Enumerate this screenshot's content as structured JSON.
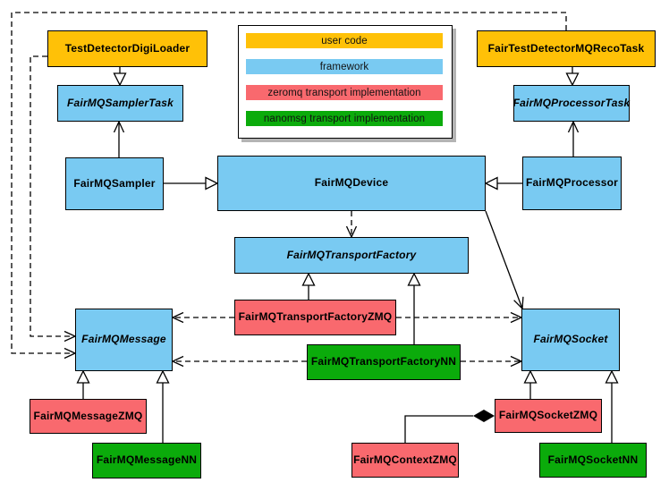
{
  "colors": {
    "user_code": "#FFC107",
    "framework": "#79CAF2",
    "zeromq": "#F9696E",
    "nanomsg": "#0BAB0B",
    "line": "#000000",
    "legend_shadow": "#B4B4B4"
  },
  "legend": {
    "items": [
      {
        "label": "user code",
        "category": "user_code"
      },
      {
        "label": "framework",
        "category": "framework"
      },
      {
        "label": "zeromq transport implementation",
        "category": "zeromq"
      },
      {
        "label": "nanomsg transport implementation",
        "category": "nanomsg"
      }
    ]
  },
  "nodes": {
    "loader": {
      "label": "TestDetectorDigiLoader",
      "category": "user_code",
      "abstract": false
    },
    "recoTask": {
      "label": "FairTestDetectorMQRecoTask",
      "category": "user_code",
      "abstract": false
    },
    "samplerTask": {
      "label": "FairMQSamplerTask",
      "category": "framework",
      "abstract": true
    },
    "processorTask": {
      "label": "FairMQProcessorTask",
      "category": "framework",
      "abstract": true
    },
    "sampler": {
      "label": "FairMQSampler",
      "category": "framework",
      "abstract": false
    },
    "device": {
      "label": "FairMQDevice",
      "category": "framework",
      "abstract": false
    },
    "processor": {
      "label": "FairMQProcessor",
      "category": "framework",
      "abstract": false
    },
    "factory": {
      "label": "FairMQTransportFactory",
      "category": "framework",
      "abstract": true
    },
    "factoryZMQ": {
      "label": "FairMQTransportFactoryZMQ",
      "category": "zeromq",
      "abstract": false
    },
    "factoryNN": {
      "label": "FairMQTransportFactoryNN",
      "category": "nanomsg",
      "abstract": false
    },
    "message": {
      "label": "FairMQMessage",
      "category": "framework",
      "abstract": true
    },
    "socket": {
      "label": "FairMQSocket",
      "category": "framework",
      "abstract": true
    },
    "messageZMQ": {
      "label": "FairMQMessageZMQ",
      "category": "zeromq",
      "abstract": false
    },
    "messageNN": {
      "label": "FairMQMessageNN",
      "category": "nanomsg",
      "abstract": false
    },
    "socketZMQ": {
      "label": "FairMQSocketZMQ",
      "category": "zeromq",
      "abstract": false
    },
    "socketNN": {
      "label": "FairMQSocketNN",
      "category": "nanomsg",
      "abstract": false
    },
    "contextZMQ": {
      "label": "FairMQContextZMQ",
      "category": "zeromq",
      "abstract": false
    }
  },
  "relationships": [
    {
      "from": "loader",
      "to": "samplerTask",
      "type": "inheritance"
    },
    {
      "from": "recoTask",
      "to": "processorTask",
      "type": "inheritance"
    },
    {
      "from": "sampler",
      "to": "device",
      "type": "inheritance"
    },
    {
      "from": "processor",
      "to": "device",
      "type": "inheritance"
    },
    {
      "from": "factoryZMQ",
      "to": "factory",
      "type": "inheritance"
    },
    {
      "from": "factoryNN",
      "to": "factory",
      "type": "inheritance"
    },
    {
      "from": "messageZMQ",
      "to": "message",
      "type": "inheritance"
    },
    {
      "from": "messageNN",
      "to": "message",
      "type": "inheritance"
    },
    {
      "from": "socketZMQ",
      "to": "socket",
      "type": "inheritance"
    },
    {
      "from": "socketNN",
      "to": "socket",
      "type": "inheritance"
    },
    {
      "from": "sampler",
      "to": "samplerTask",
      "type": "association"
    },
    {
      "from": "processor",
      "to": "processorTask",
      "type": "association"
    },
    {
      "from": "device",
      "to": "socket",
      "type": "association"
    },
    {
      "from": "device",
      "to": "factory",
      "type": "dependency"
    },
    {
      "from": "loader",
      "to": "message",
      "type": "dependency"
    },
    {
      "from": "recoTask",
      "to": "message",
      "type": "dependency"
    },
    {
      "from": "factoryZMQ",
      "to": "message",
      "type": "dependency"
    },
    {
      "from": "factoryZMQ",
      "to": "socket",
      "type": "dependency"
    },
    {
      "from": "factoryNN",
      "to": "message",
      "type": "dependency"
    },
    {
      "from": "factoryNN",
      "to": "socket",
      "type": "dependency"
    },
    {
      "from": "socketZMQ",
      "to": "contextZMQ",
      "type": "composition"
    }
  ]
}
